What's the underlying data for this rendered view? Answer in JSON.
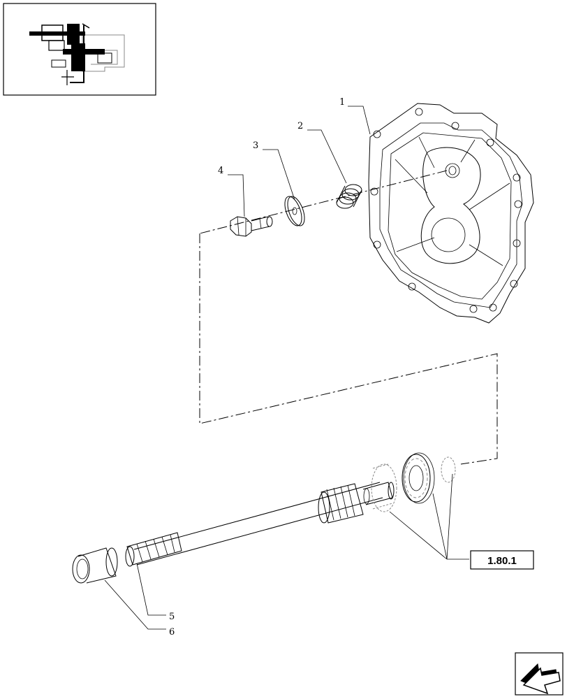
{
  "callouts": {
    "c1": "1",
    "c2": "2",
    "c3": "3",
    "c4": "4",
    "c5": "5",
    "c6": "6"
  },
  "reference": {
    "label": "1.80.1"
  },
  "icons": {
    "thumbnail": "transmission-section-thumbnail-icon",
    "nav": "next-page-arrow-icon"
  }
}
